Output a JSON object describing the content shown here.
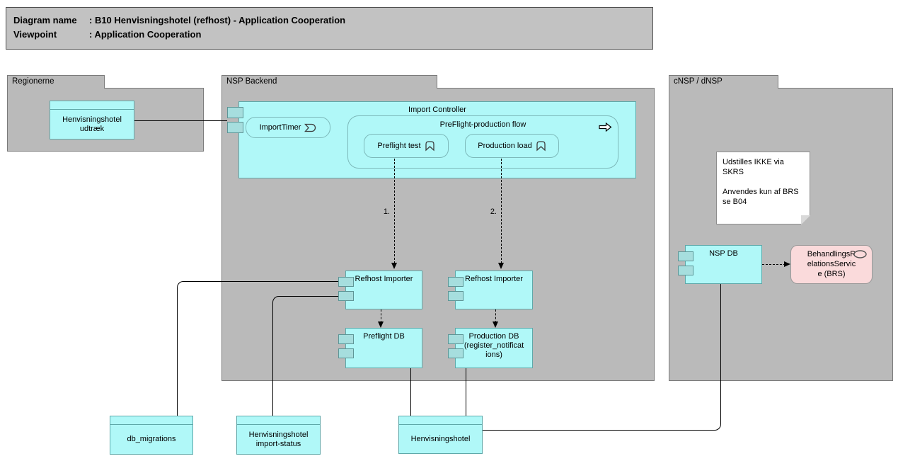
{
  "title": {
    "rows": [
      {
        "label": "Diagram name",
        "value": ": B10 Henvisningshotel (refhost) - Application Cooperation"
      },
      {
        "label": "Viewpoint",
        "value": ": Application Cooperation"
      }
    ]
  },
  "groups": {
    "regionerne": {
      "label": "Regionerne"
    },
    "nsp_backend": {
      "label": "NSP Backend"
    },
    "cnsp": {
      "label": "cNSP / dNSP"
    }
  },
  "components": {
    "henvisningshotel_udtraek": {
      "lines": [
        "Henvisningshotel",
        "udtræk"
      ]
    },
    "import_controller": {
      "label": "Import Controller"
    },
    "import_timer": {
      "label": "ImportTimer"
    },
    "preflight_flow": {
      "label": "PreFlight-production flow"
    },
    "preflight_test": {
      "label": "Preflight test"
    },
    "production_load": {
      "label": "Production load"
    },
    "refhost_importer_1": {
      "label": "Refhost Importer"
    },
    "refhost_importer_2": {
      "label": "Refhost Importer"
    },
    "preflight_db": {
      "label": "Preflight DB"
    },
    "production_db": {
      "lines": [
        "Production DB",
        "(register_notificat",
        "ions)"
      ]
    },
    "nsp_db": {
      "label": "NSP DB"
    },
    "brs": {
      "lines": [
        "BehandlingsR",
        "elationsServic",
        "e (BRS)"
      ]
    },
    "db_migrations": {
      "label": "db_migrations"
    },
    "import_status": {
      "lines": [
        "Henvisningshotel",
        "import-status"
      ]
    },
    "henvisningshotel": {
      "label": "Henvisningshotel"
    }
  },
  "note": {
    "lines": [
      "Udstilles IKKE via SKRS",
      "",
      "Anvendes kun af BRS",
      "se B04"
    ]
  },
  "flows": {
    "step1_label": "1.",
    "step2_label": "2."
  },
  "colors": {
    "component_fill": "#b0f8f8",
    "component_border": "#5fa8a9",
    "port_fill": "#a6dede",
    "group_fill": "#bababa",
    "title_fill": "#c2c2c2",
    "service_fill": "#fadadb",
    "note_fill": "#ffffff",
    "line_color": "#000000"
  }
}
